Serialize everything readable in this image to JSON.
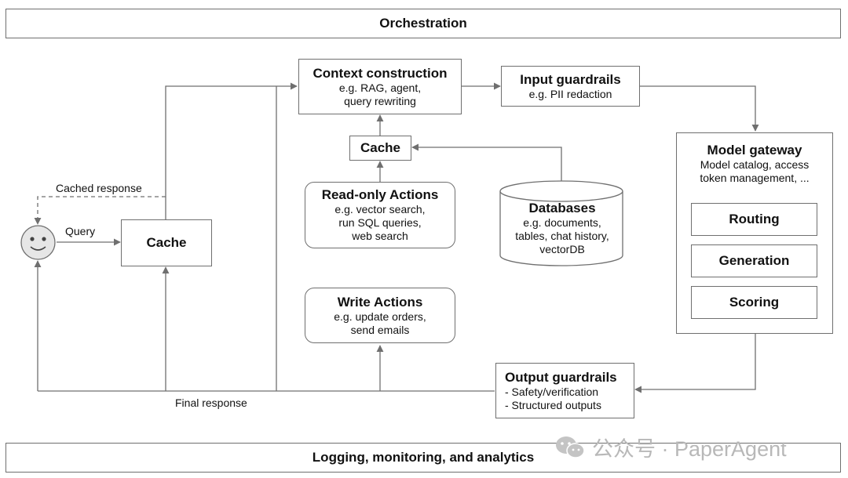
{
  "banners": {
    "top": "Orchestration",
    "bottom": "Logging, monitoring, and analytics"
  },
  "context_construction": {
    "title": "Context construction",
    "lines": [
      "e.g. RAG, agent,",
      "query rewriting"
    ]
  },
  "input_guardrails": {
    "title": "Input guardrails",
    "lines": [
      "e.g. PII redaction"
    ]
  },
  "model_gateway": {
    "title": "Model gateway",
    "lines": [
      "Model catalog, access",
      "token management, ..."
    ],
    "modules": [
      "Routing",
      "Generation",
      "Scoring"
    ]
  },
  "context_cache": {
    "label": "Cache"
  },
  "query_cache": {
    "label": "Cache"
  },
  "readonly_actions": {
    "title": "Read-only Actions",
    "lines": [
      "e.g. vector search,",
      "run SQL queries,",
      "web search"
    ]
  },
  "databases": {
    "title": "Databases",
    "lines": [
      "e.g. documents,",
      "tables, chat history,",
      "vectorDB"
    ]
  },
  "write_actions": {
    "title": "Write Actions",
    "lines": [
      "e.g. update orders,",
      "send emails"
    ]
  },
  "output_guardrails": {
    "title": "Output guardrails",
    "lines": [
      "- Safety/verification",
      "- Structured outputs"
    ]
  },
  "edge_labels": {
    "cached_response": "Cached response",
    "query": "Query",
    "final_response": "Final response"
  },
  "watermark": {
    "text": "公众号 · PaperAgent",
    "icon": "wechat-icon"
  }
}
